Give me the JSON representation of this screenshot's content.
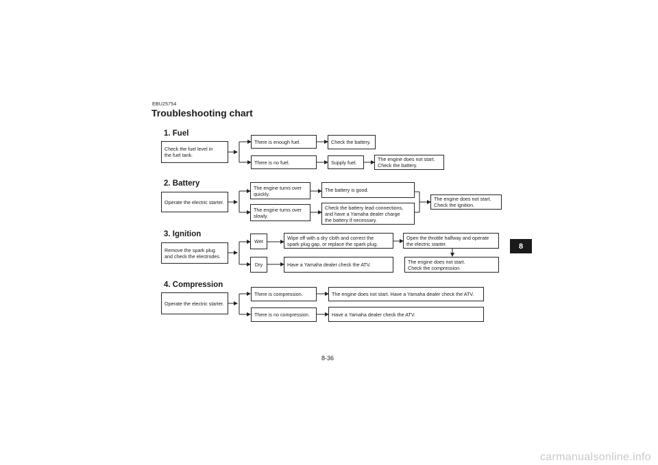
{
  "header": {
    "code": "EBU25754",
    "title": "Troubleshooting chart"
  },
  "sections": {
    "fuel": {
      "title": "1. Fuel",
      "start": "Check the fuel level in\nthe fuel tank.",
      "yes": "There is enough fuel.",
      "yes_result": "Check the battery.",
      "no": "There is no fuel.",
      "no_action": "Supply fuel.",
      "no_result": "The engine does not start.\nCheck the battery."
    },
    "battery": {
      "title": "2. Battery",
      "start": "Operate the electric starter.",
      "quick": "The engine turns over\nquickly.",
      "quick_result": "The battery is good.",
      "slow": "The engine turns over\nslowly.",
      "slow_result": "Check the battery lead connections,\nand have a Yamaha dealer charge\nthe battery if necessary.",
      "final": "The engine does not start.\nCheck the ignition."
    },
    "ignition": {
      "title": "3. Ignition",
      "start": "Remove the spark plug\nand check the electrodes.",
      "wet": "Wet",
      "wet_action": "Wipe off with a dry cloth and correct the\nspark plug gap, or replace the spark plug.",
      "wet_next": "Open the throttle halfway and operate\nthe electric starter.",
      "wet_result": "The engine does not start.\nCheck the compression.",
      "dry": "Dry",
      "dry_action": "Have a Yamaha dealer check the ATV."
    },
    "compression": {
      "title": "4. Compression",
      "start": "Operate the electric starter.",
      "yes": "There is compression.",
      "yes_result": "The engine does not start. Have a Yamaha dealer check the ATV.",
      "no": "There is no compression.",
      "no_result": "Have a Yamaha dealer check the ATV."
    }
  },
  "chapter_tab": "8",
  "page_number": "8-36",
  "watermark": "carmanualsonline.info"
}
